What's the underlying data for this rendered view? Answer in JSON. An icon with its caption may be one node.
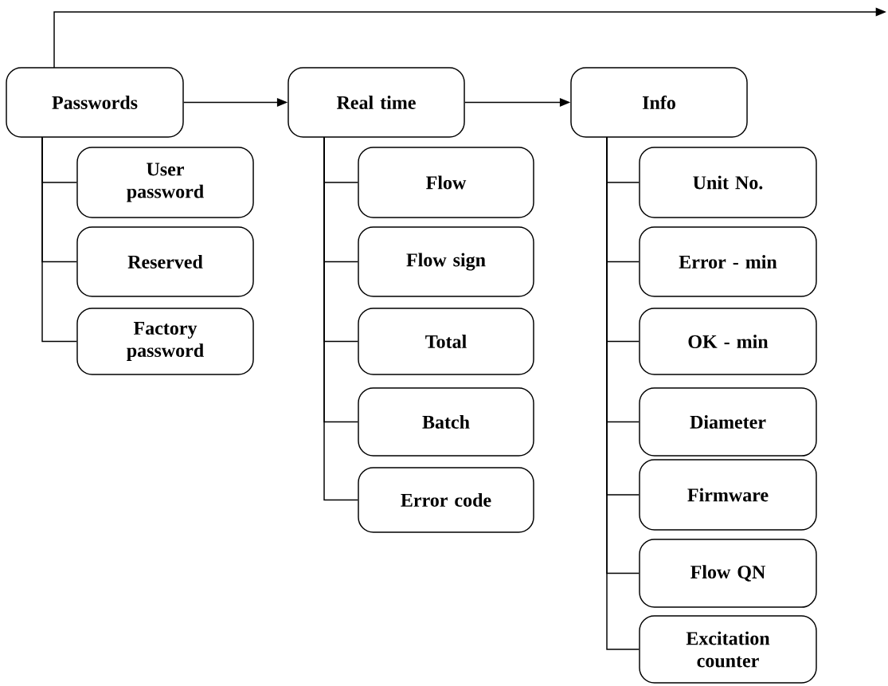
{
  "diagram": {
    "nodes": [
      {
        "text": [
          "Passwords"
        ]
      },
      {
        "text": [
          "Real time"
        ]
      },
      {
        "text": [
          "Info"
        ]
      },
      {
        "text": [
          "User password"
        ]
      },
      {
        "text": [
          "Reserved"
        ]
      },
      {
        "text": [
          "Factory password"
        ]
      },
      {
        "text": [
          "Flow"
        ]
      },
      {
        "text": [
          "Flow sign"
        ]
      },
      {
        "text": [
          "Total"
        ]
      },
      {
        "text": [
          "Batch"
        ]
      },
      {
        "text": [
          "Error code"
        ]
      },
      {
        "text": [
          "Unit No."
        ]
      },
      {
        "text": [
          "Error - min"
        ]
      },
      {
        "text": [
          "OK - min"
        ]
      },
      {
        "text": [
          "Diameter"
        ]
      },
      {
        "text": [
          "Firmware"
        ]
      },
      {
        "text": [
          "Flow QN"
        ]
      },
      {
        "text": [
          "Excitation counter"
        ]
      }
    ],
    "edges": [
      {
        "from": 0,
        "to": null,
        "arrow": "to"
      },
      {
        "from": 0,
        "to": 1,
        "arrow": "to"
      },
      {
        "from": 1,
        "to": 2,
        "arrow": "to"
      },
      {
        "from": 0,
        "to": 3,
        "arrow": "none"
      },
      {
        "from": 0,
        "to": 4,
        "arrow": "none"
      },
      {
        "from": 0,
        "to": 5,
        "arrow": "none"
      },
      {
        "from": 1,
        "to": 6,
        "arrow": "none"
      },
      {
        "from": 1,
        "to": 7,
        "arrow": "none"
      },
      {
        "from": 1,
        "to": 8,
        "arrow": "none"
      },
      {
        "from": 1,
        "to": 9,
        "arrow": "none"
      },
      {
        "from": 1,
        "to": 10,
        "arrow": "none"
      },
      {
        "from": 2,
        "to": 11,
        "arrow": "none"
      },
      {
        "from": 2,
        "to": 12,
        "arrow": "none"
      },
      {
        "from": 2,
        "to": 13,
        "arrow": "none"
      },
      {
        "from": 2,
        "to": 14,
        "arrow": "none"
      },
      {
        "from": 2,
        "to": 15,
        "arrow": "none"
      },
      {
        "from": 2,
        "to": 16,
        "arrow": "none"
      },
      {
        "from": 2,
        "to": 17,
        "arrow": "none"
      }
    ]
  }
}
